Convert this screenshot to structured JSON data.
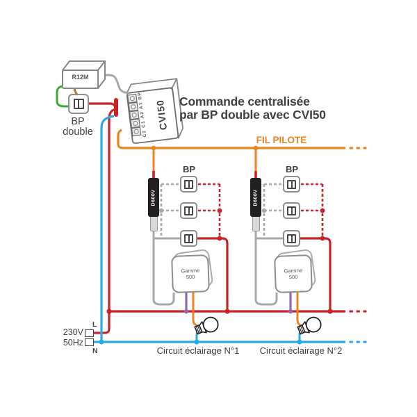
{
  "title": {
    "line1": "Commande centralisée",
    "line2": "par BP double avec CVI50"
  },
  "fil_pilote_label": "FIL PILOTE",
  "supply": {
    "voltage": "230V",
    "frequency": "50Hz",
    "live": "L",
    "neutral": "N"
  },
  "remote": {
    "label": "R12M"
  },
  "bp_double": {
    "line1": "BP",
    "line2": "double"
  },
  "cvi50": {
    "label": "CVI50",
    "terminals": "C2 C1 A2 A1 BP"
  },
  "groups": [
    {
      "bp_label": "BP",
      "diode_label": "D600V",
      "module_line1": "Gamme",
      "module_line2": "500",
      "circuit_label": "Circuit éclairage N°1"
    },
    {
      "bp_label": "BP",
      "diode_label": "D600V",
      "module_line1": "Gamme",
      "module_line2": "500",
      "circuit_label": "Circuit éclairage N°2"
    }
  ],
  "colors": {
    "red": "#cc2128",
    "blue": "#29abe2",
    "orange": "#e98420",
    "green": "#3aaa35",
    "brown": "#b5793b",
    "gray": "#a6a8ab",
    "purple": "#9268ac",
    "text": "#414042"
  }
}
